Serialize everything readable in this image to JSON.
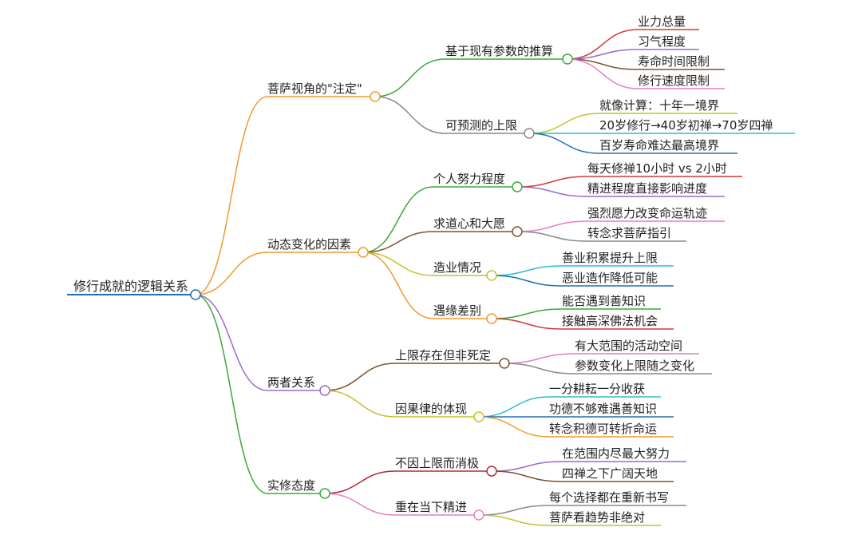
{
  "root": {
    "label": "修行成就的逻辑关系",
    "color": "#1f6fb5",
    "children": [
      {
        "label": "菩萨视角的\"注定\"",
        "color": "#f39a2c",
        "children": [
          {
            "label": "基于现有参数的推算",
            "color": "#3aa83a",
            "children": [
              {
                "label": "业力总量",
                "color": "#d33a3a"
              },
              {
                "label": "习气程度",
                "color": "#9a6cc9"
              },
              {
                "label": "寿命时间限制",
                "color": "#7a5230"
              },
              {
                "label": "修行速度限制",
                "color": "#e67fc4"
              }
            ]
          },
          {
            "label": "可预测的上限",
            "color": "#8a8a8a",
            "children": [
              {
                "label": "就像计算：十年一境界",
                "color": "#c4c22c"
              },
              {
                "label": "20岁修行→40岁初禅→70岁四禅",
                "color": "#2bbcd6"
              },
              {
                "label": "百岁寿命难达最高境界",
                "color": "#1f6fb5"
              }
            ]
          }
        ]
      },
      {
        "label": "动态变化的因素",
        "color": "#f39a2c",
        "children": [
          {
            "label": "个人努力程度",
            "color": "#3aa83a",
            "children": [
              {
                "label": "每天修禅10小时 vs 2小时",
                "color": "#d33a3a"
              },
              {
                "label": "精进程度直接影响进度",
                "color": "#9a6cc9"
              }
            ]
          },
          {
            "label": "求道心和大愿",
            "color": "#7a5230",
            "children": [
              {
                "label": "强烈愿力改变命运轨迹",
                "color": "#e67fc4"
              },
              {
                "label": "转念求菩萨指引",
                "color": "#8a8a8a"
              }
            ]
          },
          {
            "label": "造业情况",
            "color": "#c4c22c",
            "children": [
              {
                "label": "善业积累提升上限",
                "color": "#2bbcd6"
              },
              {
                "label": "恶业造作降低可能",
                "color": "#1f6fb5"
              }
            ]
          },
          {
            "label": "遇缘差别",
            "color": "#f39a2c",
            "children": [
              {
                "label": "能否遇到善知识",
                "color": "#3aa83a"
              },
              {
                "label": "接触高深佛法机会",
                "color": "#d33a3a"
              }
            ]
          }
        ]
      },
      {
        "label": "两者关系",
        "color": "#9a6cc9",
        "children": [
          {
            "label": "上限存在但非死定",
            "color": "#7a5230",
            "children": [
              {
                "label": "有大范围的活动空间",
                "color": "#e67fc4"
              },
              {
                "label": "参数变化上限随之变化",
                "color": "#8a8a8a"
              }
            ]
          },
          {
            "label": "因果律的体现",
            "color": "#c4c22c",
            "children": [
              {
                "label": "一分耕耘一分收获",
                "color": "#2bbcd6"
              },
              {
                "label": "功德不够难遇善知识",
                "color": "#1f6fb5"
              },
              {
                "label": "转念积德可转折命运",
                "color": "#f39a2c"
              }
            ]
          }
        ]
      },
      {
        "label": "实修态度",
        "color": "#3aa83a",
        "children": [
          {
            "label": "不因上限而消极",
            "color": "#b5283a",
            "children": [
              {
                "label": "在范围内尽最大努力",
                "color": "#9a6cc9"
              },
              {
                "label": "四禅之下广阔天地",
                "color": "#7a5230"
              }
            ]
          },
          {
            "label": "重在当下精进",
            "color": "#e67fc4",
            "children": [
              {
                "label": "每个选择都在重新书写",
                "color": "#8a8a8a"
              },
              {
                "label": "菩萨看趋势非绝对",
                "color": "#c4c22c"
              }
            ]
          }
        ]
      }
    ]
  }
}
